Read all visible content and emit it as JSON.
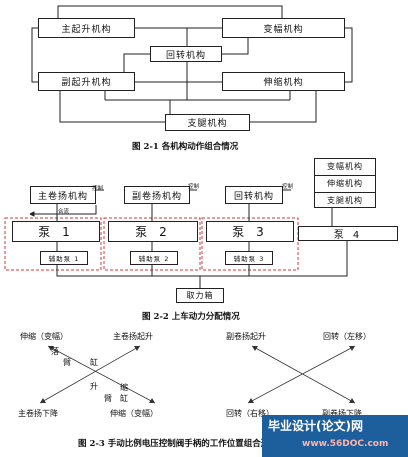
{
  "fig1": {
    "caption": "图 2-1   各机构动作组合情况",
    "main_lift": "主起升机构",
    "luffing": "变幅机构",
    "slewing": "回转机构",
    "aux_lift": "副起升机构",
    "telescope": "伸缩机构",
    "outrigger": "支腿机构"
  },
  "fig2": {
    "caption": "图 2-2   上车动力分配情况",
    "main_winch": "主卷扬机构",
    "aux_winch": "副卷扬机构",
    "slewing": "回转机构",
    "ctrl1": "控制",
    "ctrl2": "控制",
    "ctrl3": "控制",
    "merge": "合流",
    "pump1": "泵 1",
    "pump2": "泵 2",
    "pump3": "泵 3",
    "pump4": "泵 4",
    "aux_pump1": "辅助泵 1",
    "aux_pump2": "辅助泵 2",
    "aux_pump3": "辅助泵 3",
    "stack": [
      "变幅机构",
      "伸缩机构",
      "支腿机构"
    ],
    "pto": "取力箱"
  },
  "fig3": {
    "caption": "图 2-3  手动比例电压控制阀手柄的工作位置组合形式",
    "left": {
      "tl": "伸缩（变幅）",
      "tr": "主卷扬起升",
      "bl": "主卷扬下降",
      "br": "伸缩（变幅）",
      "w_luo": "落",
      "w_bi1": "臂",
      "w_gang1": "缸",
      "w_sheng": "升",
      "w_suo": "缩",
      "w_bi2": "臂",
      "w_gang2": "缸"
    },
    "right": {
      "tl": "副卷扬起升",
      "tr": "回转（左移）",
      "bl": "回转（右移）",
      "br": "副卷扬下降"
    }
  },
  "watermark": {
    "title": "毕业设计(论文)网",
    "url": "www.56DOC.com"
  }
}
